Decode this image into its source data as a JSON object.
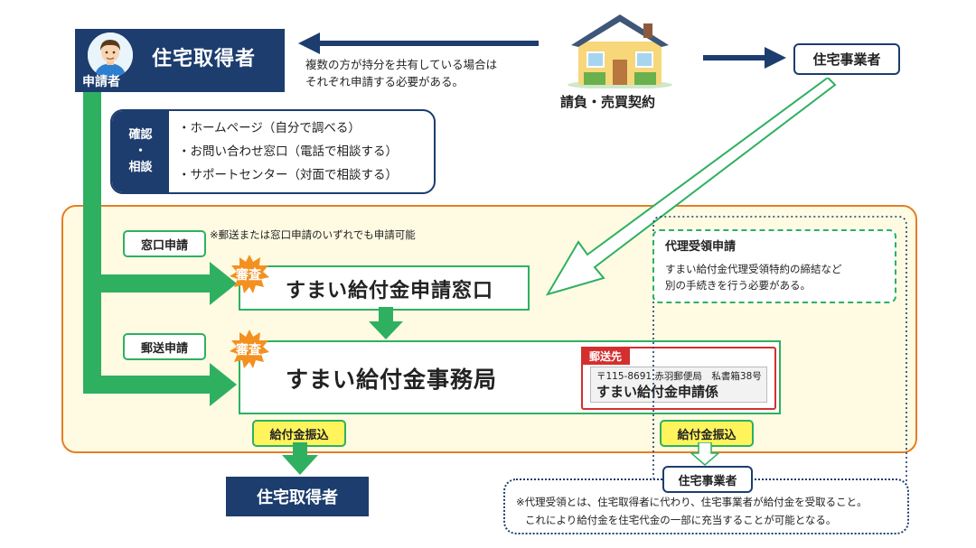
{
  "applicant": {
    "title": "住宅取得者",
    "role": "申請者"
  },
  "share_note": {
    "line1": "複数の方が持分を共有している場合は",
    "line2": "それぞれ申請する必要がある。"
  },
  "contract_label": "請負・売買契約",
  "business_top": "住宅事業者",
  "confirm": {
    "side_line1": "確認",
    "side_dot": "・",
    "side_line2": "相談",
    "items": [
      "・ホームページ（自分で調べる）",
      "・お問い合わせ窓口（電話で相談する）",
      "・サポートセンター（対面で相談する）"
    ]
  },
  "window_label": "窓口申請",
  "window_note": "※郵送または窓口申請のいずれでも申請可能",
  "review_badge": "審査",
  "window_office": "すまい給付金申請窓口",
  "mail_label": "郵送申請",
  "main_office": "すまい給付金事務局",
  "mail_dest": {
    "tag": "郵送先",
    "address": "〒115-8691 赤羽郵便局　私書箱38号",
    "recipient": "すまい給付金申請係"
  },
  "proxy": {
    "title": "代理受領申請",
    "line1": "すまい給付金代理受領特約の締結など",
    "line2": "別の手続きを行う必要がある。"
  },
  "pay_label": "給付金振込",
  "result_applicant": "住宅取得者",
  "result_business": "住宅事業者",
  "bottom_note": {
    "line1": "※代理受領とは、住宅取得者に代わり、住宅事業者が給付金を受取ること。",
    "line2": "これにより給付金を住宅代金の一部に充当することが可能となる。"
  },
  "colors": {
    "navy": "#1c3d6e",
    "green": "#2eb060",
    "orange": "#e67e22",
    "yellow_bg": "#fffbe3",
    "red": "#d32f2f",
    "highlight": "#fff45c"
  }
}
